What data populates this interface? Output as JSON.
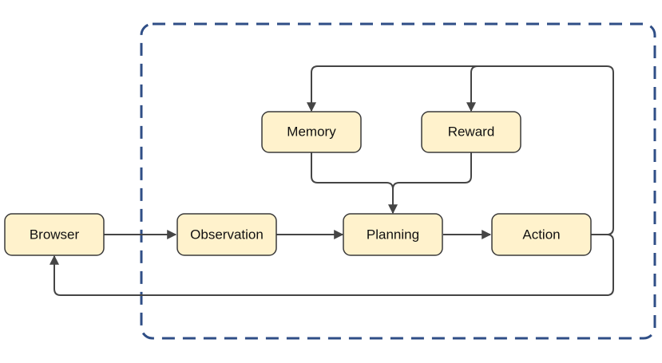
{
  "diagram": {
    "nodes": {
      "browser": "Browser",
      "observation": "Observation",
      "planning": "Planning",
      "action": "Action",
      "memory": "Memory",
      "reward": "Reward"
    },
    "colors": {
      "node_fill": "#fff2cc",
      "node_stroke": "#3a3a3a",
      "edge": "#454545",
      "boundary": "#2f4e86"
    }
  }
}
